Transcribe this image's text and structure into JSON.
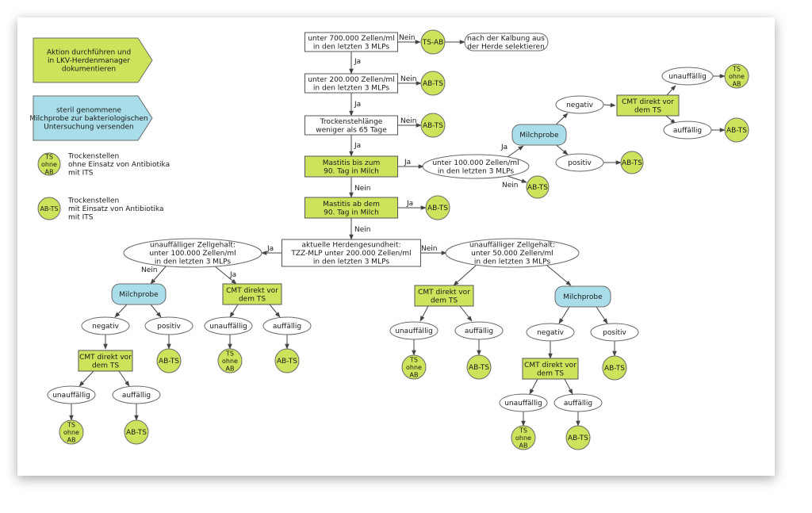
{
  "colors": {
    "action": "#cde35b",
    "sample": "#a9dde9",
    "node_border": "#6a6a6a",
    "box_border": "#555555",
    "arrow": "#444444",
    "text": "#1a1a1a"
  },
  "legend": {
    "action": [
      "Aktion durchführen und",
      "in LKV-Herdenmanager",
      "dokumentieren"
    ],
    "sample": [
      "steril genommene",
      "Milchprobe zur bakteriologischen",
      "Untersuchung versenden"
    ],
    "ts_badge": [
      "TS",
      "ohne",
      "AB"
    ],
    "ts_text": [
      "Trockenstellen",
      "ohne Einsatz von Antibiotika",
      "mit ITS"
    ],
    "ab_badge": [
      "AB-TS"
    ],
    "ab_text": [
      "Trockenstellen",
      "mit Einsatz von Antibiotika",
      "mit ITS"
    ]
  },
  "labels": {
    "q700": [
      "unter 700.000 Zellen/ml",
      "in den letzten 3 MLPs"
    ],
    "nein": "Nein",
    "ja": "Ja",
    "tsab": "TS-AB",
    "selektieren": [
      "nach der Kalbung aus",
      "der Herde selektieren"
    ],
    "q200": [
      "unter 200.000 Zellen/ml",
      "in den letzten 3 MLPs"
    ],
    "abts": "AB-TS",
    "tslaenge": [
      "Trockenstehlänge",
      "weniger als 65 Tage"
    ],
    "mast1": [
      "Mastitis bis zum",
      "90. Tag in Milch"
    ],
    "q100r": [
      "unter 100.000 Zellen/ml",
      "in den letzten 3 MLPs"
    ],
    "milchprobe": "Milchprobe",
    "negativ": "negativ",
    "positiv": "positiv",
    "cmt": [
      "CMT direkt vor",
      "dem TS"
    ],
    "unauffaellig": "unauffällig",
    "auffaellig": "auffällig",
    "ts_ohne_ab": [
      "TS",
      "ohne",
      "AB"
    ],
    "mast2": [
      "Mastitis ab dem",
      "90. Tag in Milch"
    ],
    "herde": [
      "aktuelle Herdengesundheit:",
      "TZZ-MLP unter 200.000 Zellen/ml",
      "in den letzten 3 MLPs"
    ],
    "zell100": [
      "unauffälliger Zellgehalt:",
      "unter 100.000 Zellen/ml",
      "in den letzten 3 MLPs"
    ],
    "zell50": [
      "unauffälliger Zellgehalt:",
      "unter 50.000 Zellen/ml",
      "in den letzten 3 MLPs"
    ]
  }
}
